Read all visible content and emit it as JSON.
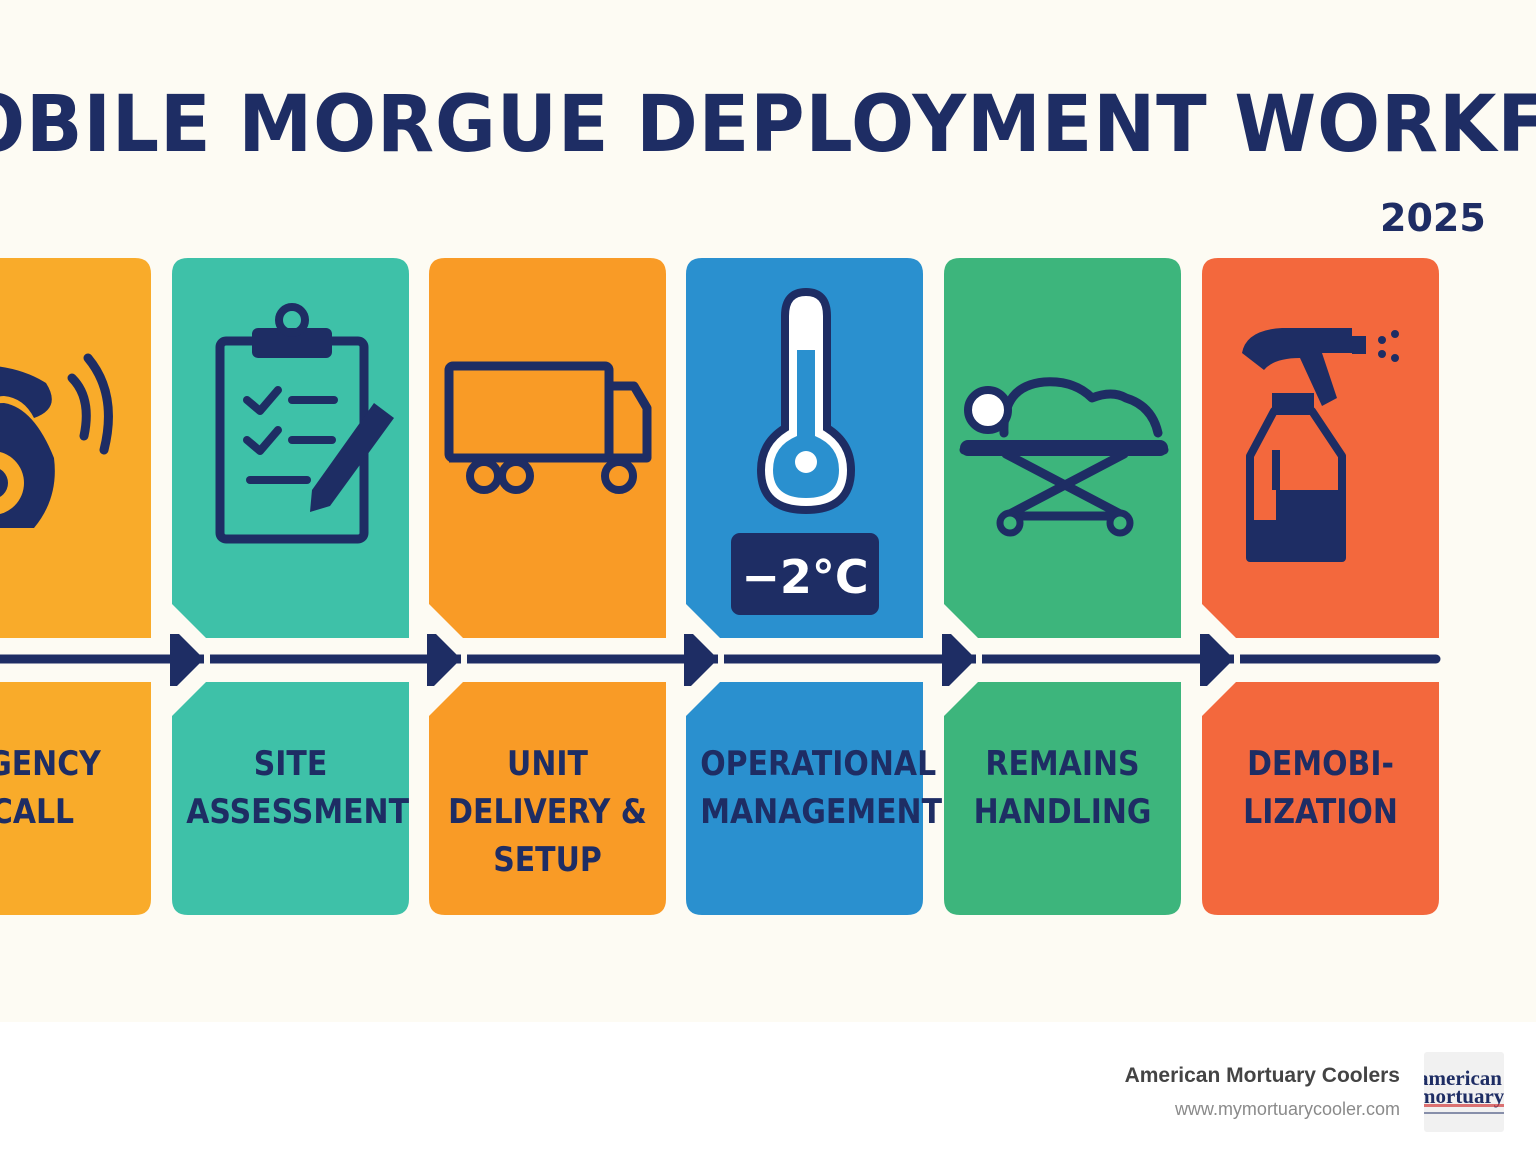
{
  "title": "OBILE MORGUE DEPLOYMENT WORKFLOW",
  "year": "2025",
  "steps": [
    {
      "label": "RGENCY\nCALL",
      "icon": "telephone-icon",
      "color": "#f9ab2a"
    },
    {
      "label": "SITE\nASSESSMENT",
      "icon": "clipboard-checklist-icon",
      "color": "#3ec1a8"
    },
    {
      "label": "UNIT\nDELIVERY &\nSETUP",
      "icon": "truck-icon",
      "color": "#f99b26"
    },
    {
      "label": "OPERATIONAL\nMANAGEMENT",
      "icon": "thermometer-icon",
      "color": "#2a90cf",
      "readout": "−2°C"
    },
    {
      "label": "REMAINS\nHANDLING",
      "icon": "stretcher-icon",
      "color": "#3db57c"
    },
    {
      "label": "DEMOBI-\nLIZATION",
      "icon": "spray-bottle-icon",
      "color": "#f3683d"
    }
  ],
  "footer": {
    "brand_name": "American Mortuary Coolers",
    "url": "www.mymortuarycooler.com",
    "logo_line1": "american",
    "logo_line2": "mortuary"
  },
  "colors": {
    "navy": "#1e2d64",
    "background": "#fdfbf3"
  }
}
